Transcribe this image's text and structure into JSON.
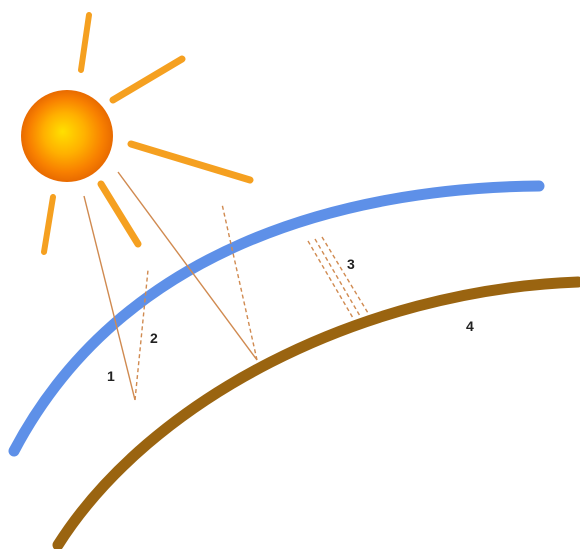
{
  "labels": {
    "one": "1",
    "two": "2",
    "three": "3",
    "four": "4"
  },
  "colors": {
    "sun_core": "#FFE000",
    "sun_mid": "#FFA000",
    "sun_edge": "#F07800",
    "sun_rays": "#F5A020",
    "atmosphere": "#5E90E8",
    "ground": "#9A6410",
    "radiation_lines": "#D08A50",
    "label_text": "#222222"
  }
}
